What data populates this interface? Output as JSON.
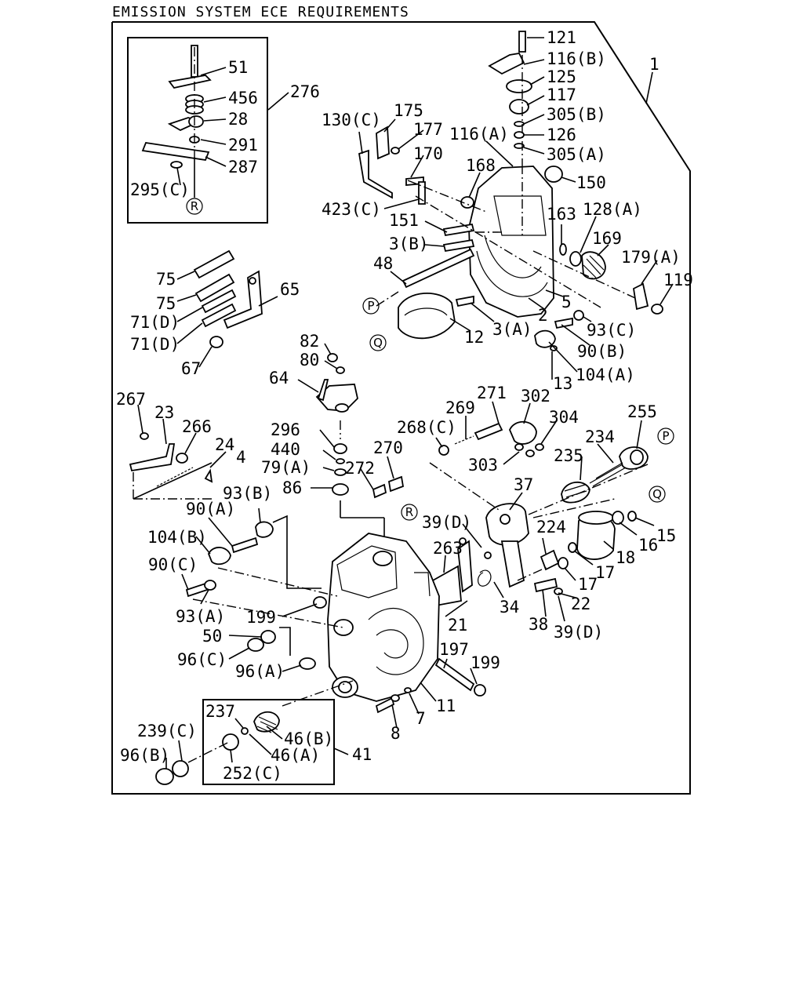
{
  "title": "EMISSION SYSTEM ECE REQUIREMENTS",
  "callouts": {
    "c121": "121",
    "c116b": "116(B)",
    "c125": "125",
    "c117": "117",
    "c305b": "305(B)",
    "c126": "126",
    "c305a": "305(A)",
    "c116a": "116(A)",
    "c150": "150",
    "c168": "168",
    "c1": "1",
    "c276": "276",
    "c51": "51",
    "c456": "456",
    "c28": "28",
    "c291": "291",
    "c287": "287",
    "c295c": "295(C)",
    "c130c": "130(C)",
    "c175": "175",
    "c177": "177",
    "c170": "170",
    "c423c": "423(C)",
    "c151": "151",
    "c3b": "3(B)",
    "c163": "163",
    "c128a": "128(A)",
    "c169": "169",
    "c179a": "179(A)",
    "c119": "119",
    "c48": "48",
    "c5": "5",
    "c2": "2",
    "c3a": "3(A)",
    "c12": "12",
    "c93c": "93(C)",
    "c90b": "90(B)",
    "c104a": "104(A)",
    "c13": "13",
    "c75a": "75",
    "c75b": "75",
    "c65": "65",
    "c71d_a": "71(D)",
    "c71d_b": "71(D)",
    "c67": "67",
    "c82": "82",
    "c80": "80",
    "c64": "64",
    "c267": "267",
    "c23": "23",
    "c266": "266",
    "c24": "24",
    "c4": "4",
    "c296": "296",
    "c440": "440",
    "c79a": "79(A)",
    "c272": "272",
    "c86": "86",
    "c271": "271",
    "c302": "302",
    "c269": "269",
    "c268c": "268(C)",
    "c304": "304",
    "c255": "255",
    "c234": "234",
    "c270": "270",
    "c303": "303",
    "c235": "235",
    "c93b": "93(B)",
    "c90a": "90(A)",
    "c104b": "104(B)",
    "c90c": "90(C)",
    "c37": "37",
    "c39d_a": "39(D)",
    "c263": "263",
    "c224": "224",
    "c15": "15",
    "c16": "16",
    "c18": "18",
    "c17a": "17",
    "c17b": "17",
    "c22": "22",
    "c34": "34",
    "c93a": "93(A)",
    "c199a": "199",
    "c21": "21",
    "c38": "38",
    "c39d_b": "39(D)",
    "c50": "50",
    "c96c": "96(C)",
    "c96a": "96(A)",
    "c197": "197",
    "c199b": "199",
    "c11": "11",
    "c7": "7",
    "c8": "8",
    "c237": "237",
    "c46b": "46(B)",
    "c46a": "46(A)",
    "c239c": "239(C)",
    "c41": "41",
    "c96b": "96(B)",
    "c252c": "252(C)"
  },
  "markers": {
    "r1": "R",
    "r2": "R",
    "p1": "P",
    "p2": "P",
    "q1": "Q",
    "q2": "Q"
  }
}
